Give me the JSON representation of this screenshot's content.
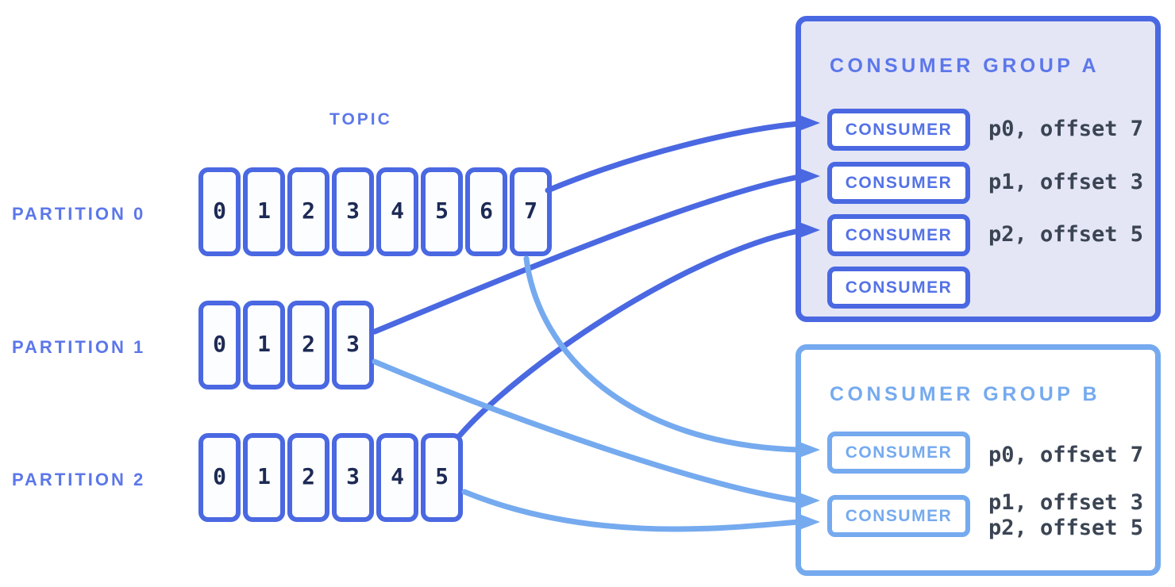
{
  "topic_label": "TOPIC",
  "partitions": [
    {
      "label": "PARTITION 0",
      "cells": [
        "0",
        "1",
        "2",
        "3",
        "4",
        "5",
        "6",
        "7"
      ]
    },
    {
      "label": "PARTITION 1",
      "cells": [
        "0",
        "1",
        "2",
        "3"
      ]
    },
    {
      "label": "PARTITION 2",
      "cells": [
        "0",
        "1",
        "2",
        "3",
        "4",
        "5"
      ]
    }
  ],
  "consumer_groups": [
    {
      "title": "CONSUMER GROUP A",
      "consumers": [
        {
          "label": "CONSUMER",
          "assignments": [
            "p0, offset 7"
          ]
        },
        {
          "label": "CONSUMER",
          "assignments": [
            "p1, offset 3"
          ]
        },
        {
          "label": "CONSUMER",
          "assignments": [
            "p2, offset 5"
          ]
        },
        {
          "label": "CONSUMER",
          "assignments": []
        }
      ]
    },
    {
      "title": "CONSUMER GROUP B",
      "consumers": [
        {
          "label": "CONSUMER",
          "assignments": [
            "p0, offset 7"
          ]
        },
        {
          "label": "CONSUMER",
          "assignments": [
            "p1, offset 3",
            "p2, offset 5"
          ]
        }
      ]
    }
  ],
  "connections": [
    {
      "from": "partition-0",
      "to": "group-a-consumer-1"
    },
    {
      "from": "partition-1",
      "to": "group-a-consumer-2"
    },
    {
      "from": "partition-2",
      "to": "group-a-consumer-3"
    },
    {
      "from": "partition-0",
      "to": "group-b-consumer-1"
    },
    {
      "from": "partition-1",
      "to": "group-b-consumer-2"
    },
    {
      "from": "partition-2",
      "to": "group-b-consumer-2"
    }
  ],
  "colors": {
    "primary": "#4A68E1",
    "label_blue": "#5C77EA",
    "consumer_text": "#5472E6",
    "lavender": "#E4E6F6",
    "light_blue": "#75AAEF",
    "ink": "#1D2A55",
    "slate": "#3A4453",
    "cell_fill": "#FCFDFF",
    "bg": "#FFFFFF"
  }
}
